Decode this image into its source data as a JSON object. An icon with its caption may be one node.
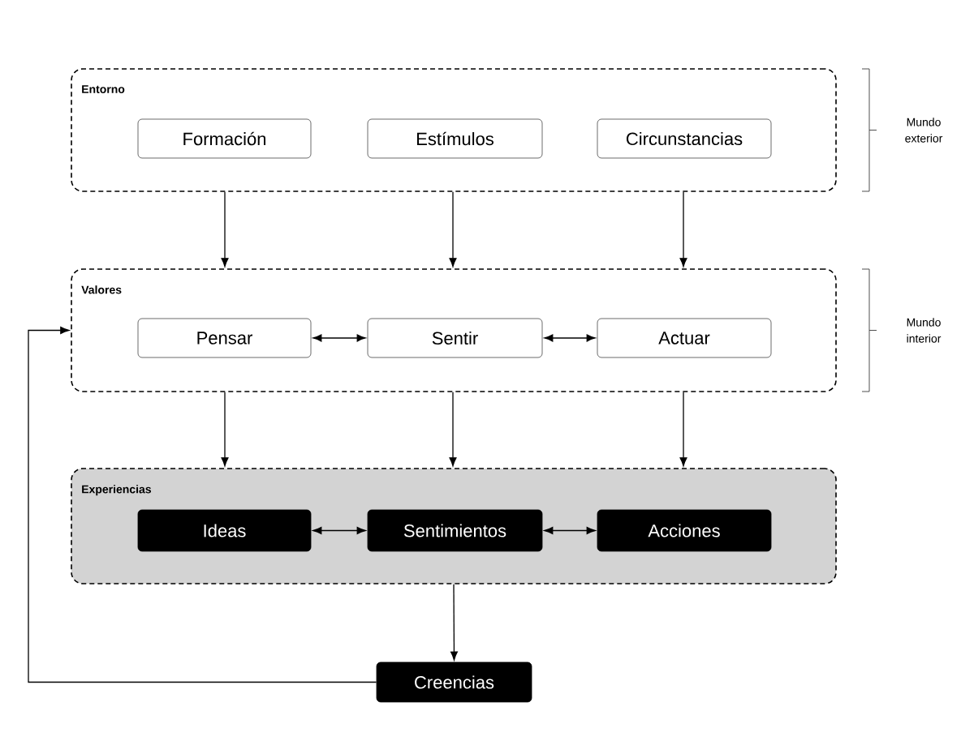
{
  "diagram": {
    "nodes": [
      {
        "text": [
          "Entorno"
        ]
      },
      {
        "text": [
          "Formación"
        ],
        "in": 0
      },
      {
        "text": [
          "Estímulos"
        ],
        "in": 0
      },
      {
        "text": [
          "Circunstancias"
        ],
        "in": 0
      },
      {
        "text": [
          "Valores"
        ]
      },
      {
        "text": [
          "Pensar"
        ],
        "in": 4
      },
      {
        "text": [
          "Sentir"
        ],
        "in": 4
      },
      {
        "text": [
          "Actuar"
        ],
        "in": 4
      },
      {
        "text": [
          "Experiencias"
        ]
      },
      {
        "text": [
          "Ideas"
        ],
        "in": 8
      },
      {
        "text": [
          "Sentimientos"
        ],
        "in": 8
      },
      {
        "text": [
          "Acciones"
        ],
        "in": 8
      },
      {
        "text": [
          "Creencias"
        ]
      }
    ],
    "edges": [
      {
        "from": 0,
        "to": 4,
        "arrow": "to"
      },
      {
        "from": 0,
        "to": 4,
        "arrow": "to"
      },
      {
        "from": 0,
        "to": 4,
        "arrow": "to"
      },
      {
        "from": 5,
        "to": 6,
        "arrow": "both"
      },
      {
        "from": 6,
        "to": 7,
        "arrow": "both"
      },
      {
        "from": 4,
        "to": 8,
        "arrow": "to"
      },
      {
        "from": 4,
        "to": 8,
        "arrow": "to"
      },
      {
        "from": 4,
        "to": 8,
        "arrow": "to"
      },
      {
        "from": 9,
        "to": 10,
        "arrow": "both"
      },
      {
        "from": 10,
        "to": 11,
        "arrow": "both"
      },
      {
        "from": 8,
        "to": 12,
        "arrow": "to"
      },
      {
        "from": 12,
        "to": 4,
        "arrow": "to"
      }
    ],
    "labels": [
      "Mundo exterior",
      "Mundo interior"
    ]
  }
}
